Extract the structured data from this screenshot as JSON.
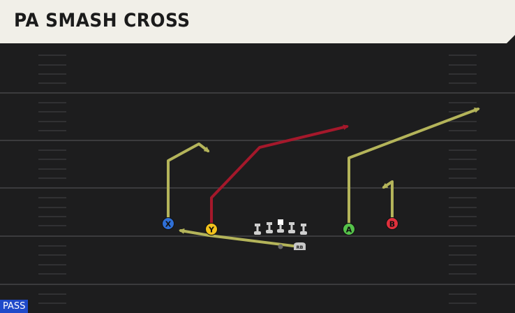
{
  "play": {
    "title": "PA SMASH CROSS",
    "type_badge": "PASS"
  },
  "colors": {
    "field": "#1d1d1e",
    "yard_line": "#3c3c3e",
    "hash": "#3a3a3c",
    "route_primary": "#b4b45a",
    "route_highlight": "#a5182b",
    "receiver_X": "#2f6fd6",
    "receiver_Y": "#f2c21c",
    "receiver_A": "#55c24a",
    "receiver_B": "#e0303c",
    "lineman": "#cfcfcf",
    "title_bg": "#f1efe8",
    "badge_bg": "#1f49c9"
  },
  "players": [
    {
      "id": "X",
      "label": "X",
      "role": "receiver",
      "icon": "receiver-circle"
    },
    {
      "id": "Y",
      "label": "Y",
      "role": "receiver",
      "icon": "receiver-circle"
    },
    {
      "id": "A",
      "label": "A",
      "role": "receiver",
      "icon": "receiver-circle"
    },
    {
      "id": "B",
      "label": "B",
      "role": "receiver",
      "icon": "receiver-circle"
    },
    {
      "id": "RB",
      "label": "RB",
      "role": "running-back",
      "icon": "rb-badge"
    }
  ],
  "linemen": [
    "blocker-icon",
    "blocker-icon",
    "center-icon",
    "blocker-icon",
    "blocker-icon"
  ]
}
